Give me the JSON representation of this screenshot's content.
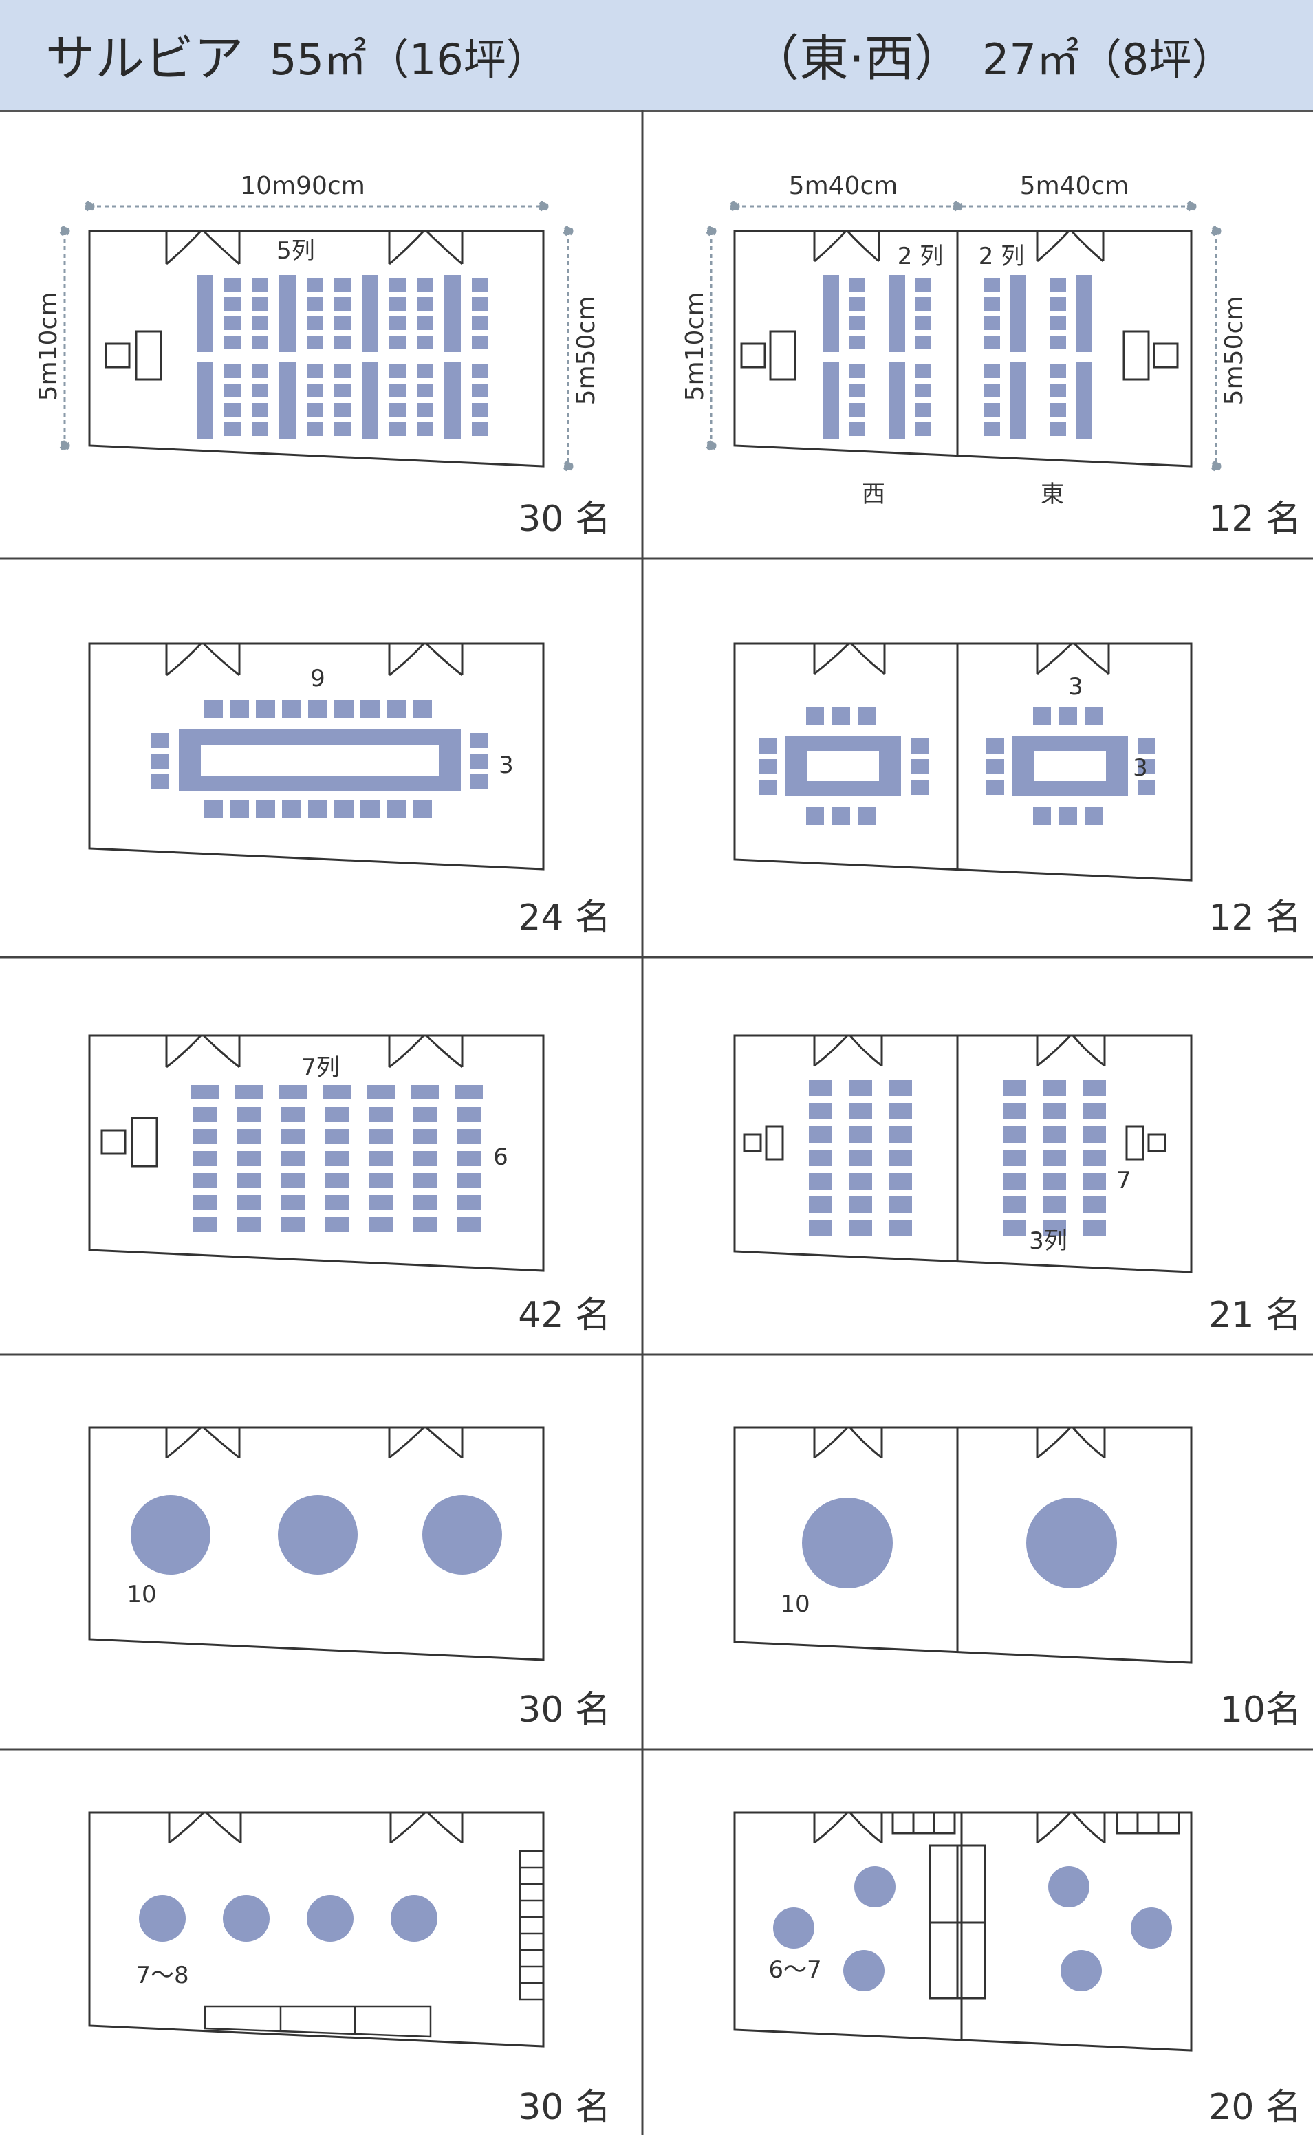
{
  "header": {
    "main_room_name": "サルビア",
    "main_room_size": "55㎡（16坪）",
    "sub_room_name": "（東·西）",
    "sub_room_size": "27㎡（8坪）"
  },
  "colors": {
    "header_bg": "#cfdcef",
    "seat": "#8d9ac4",
    "line": "#333333"
  },
  "layouts": [
    {
      "left": {
        "capacity": "30 名",
        "dim_width": "10m90cm",
        "dim_left": "5m10cm",
        "dim_right": "5m50cm",
        "label": "5列"
      },
      "right": {
        "capacity": "12 名",
        "dim_west": "5m40cm",
        "dim_east": "5m40cm",
        "dim_left": "5m10cm",
        "dim_right": "5m50cm",
        "label_west": "2 列",
        "label_east": "2 列",
        "west": "西",
        "east": "東"
      }
    },
    {
      "left": {
        "capacity": "24 名",
        "label_top": "9",
        "label_side": "3"
      },
      "right": {
        "capacity": "12 名",
        "label_top": "3",
        "label_side": "3"
      }
    },
    {
      "left": {
        "capacity": "42 名",
        "label_top": "7列",
        "label_side": "6"
      },
      "right": {
        "capacity": "21 名",
        "label_side": "7",
        "label_bottom": "3列"
      }
    },
    {
      "left": {
        "capacity": "30 名",
        "label": "10"
      },
      "right": {
        "capacity": "10名",
        "label": "10"
      }
    },
    {
      "left": {
        "capacity": "30 名",
        "label": "7～8"
      },
      "right": {
        "capacity": "20 名",
        "label": "6～7"
      }
    }
  ]
}
